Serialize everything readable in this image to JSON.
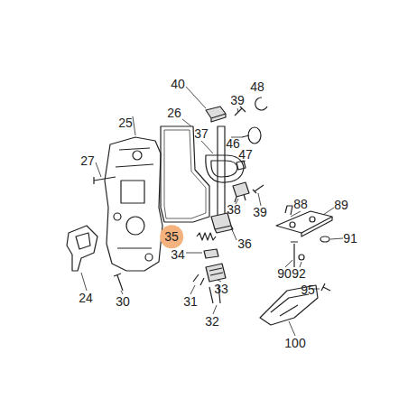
{
  "diagram": {
    "nodes": [
      {
        "text": [
          "35"
        ]
      }
    ],
    "labels": [
      "40",
      "39",
      "48",
      "26",
      "37",
      "46",
      "25",
      "27",
      "47",
      "38",
      "39",
      "88",
      "89",
      "36",
      "91",
      "34",
      "33",
      "90",
      "92",
      "24",
      "30",
      "31",
      "95",
      "32",
      "100"
    ]
  }
}
